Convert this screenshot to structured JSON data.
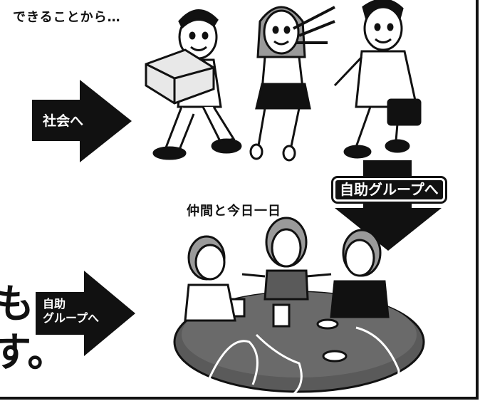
{
  "captions": {
    "top_left": "できることから…",
    "middle": "仲間と今日一日"
  },
  "arrows": {
    "society": "社会へ",
    "self_help_group_down": "自助グループへ",
    "self_help_group_left_line1": "自助",
    "self_help_group_left_line2": "グループへ"
  },
  "edge_text": {
    "char1": "も",
    "char2": "す。"
  },
  "colors": {
    "ink": "#111111",
    "paper": "#ffffff",
    "gray": "#9a9a9a",
    "dark_gray": "#5a5a5a"
  }
}
